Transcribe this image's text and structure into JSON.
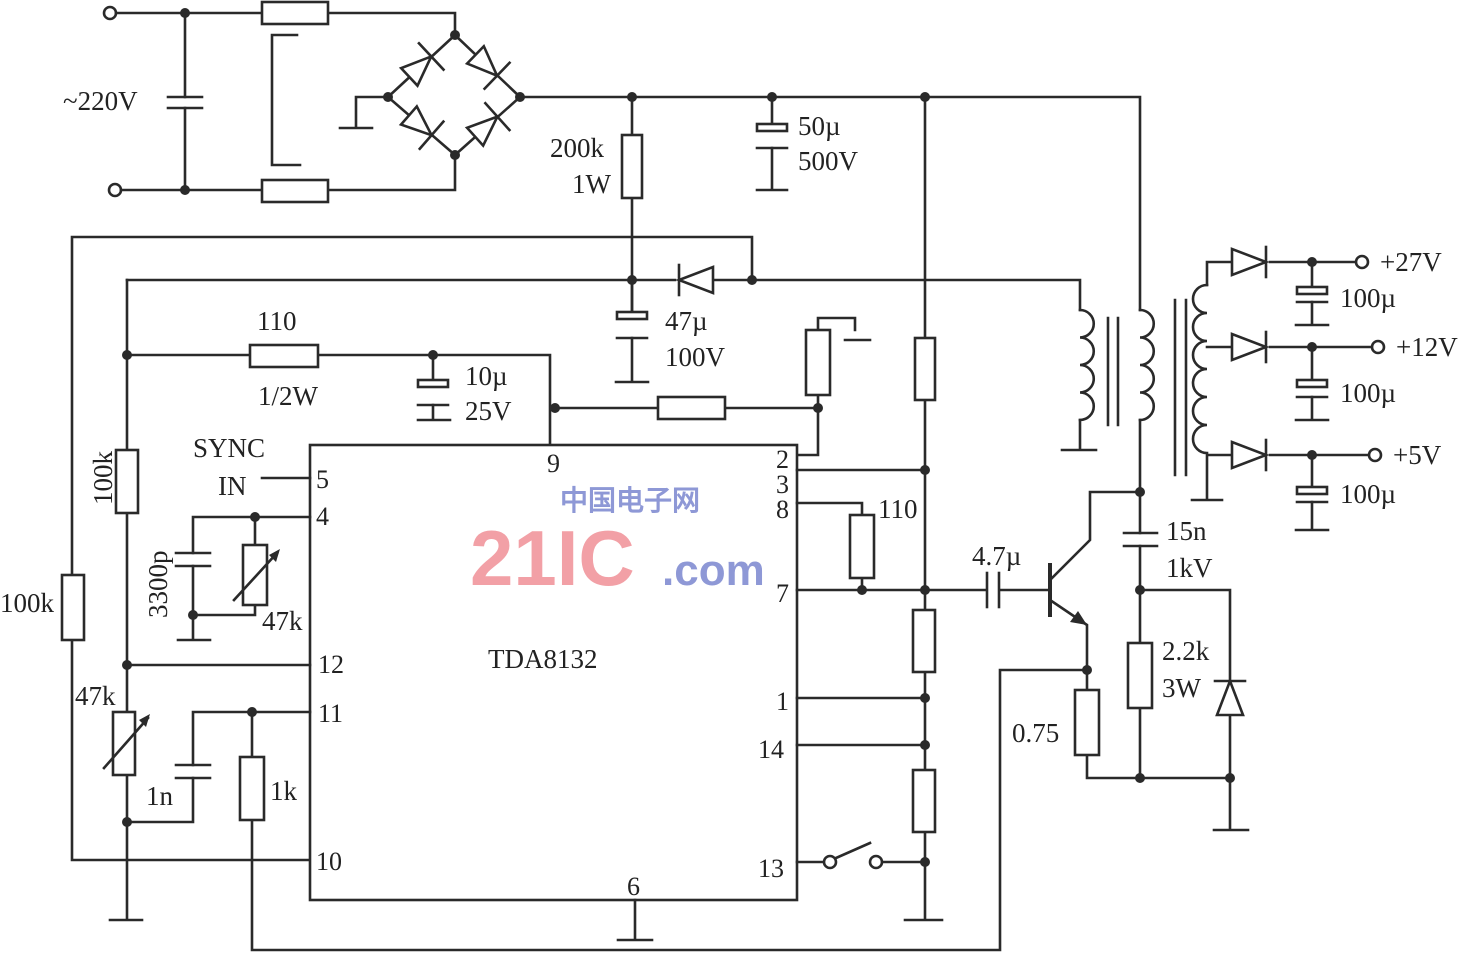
{
  "labels": {
    "ac_input": "~220V",
    "r_200k": "200k",
    "r_200k_power": "1W",
    "c_50u": "50µ",
    "c_50u_voltage": "500V",
    "c_47u": "47µ",
    "c_47u_voltage": "100V",
    "r_110_top": "110",
    "r_110_top_power": "1/2W",
    "c_10u": "10µ",
    "c_10u_voltage": "25V",
    "sync": "SYNC",
    "sync_in": "IN",
    "r_100k_inner": "100k",
    "r_100k_outer": "100k",
    "c_3300p": "3300p",
    "vr_47k_osc": "47k",
    "vr_47k": "47k",
    "c_1n": "1n",
    "r_1k": "1k",
    "ic": "TDA8132",
    "r_110_pin8": "110",
    "c_4_7u": "4.7µ",
    "c_15n": "15n",
    "c_15n_voltage": "1kV",
    "r_2_2k": "2.2k",
    "r_2_2k_power": "3W",
    "r_0_75": "0.75",
    "out_27": "+27V",
    "out_12": "+12V",
    "out_5": "+5V",
    "c_out_27": "100µ",
    "c_out_12": "100µ",
    "c_out_5": "100µ"
  },
  "pins": {
    "p1": "1",
    "p2": "2",
    "p3": "3",
    "p4": "4",
    "p5": "5",
    "p6": "6",
    "p7": "7",
    "p8": "8",
    "p9": "9",
    "p10": "10",
    "p11": "11",
    "p12": "12",
    "p13": "13",
    "p14": "14"
  },
  "watermark": {
    "text": "21IC",
    "domain": ".com",
    "chinese": "中国电子网"
  }
}
